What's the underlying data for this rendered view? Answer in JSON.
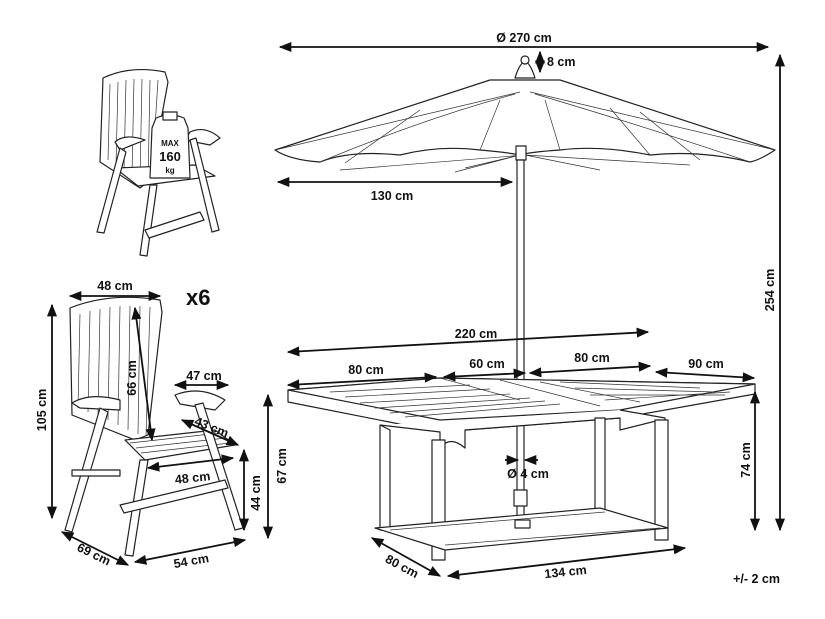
{
  "colors": {
    "line": "#222222",
    "background": "#ffffff",
    "text": "#111111"
  },
  "dimensions": {
    "umbrella_diameter": "Ø 270 cm",
    "umbrella_top": "8 cm",
    "umbrella_radius": "130 cm",
    "total_height": "254 cm",
    "table_length_extended": "220 cm",
    "table_leaf_left": "80 cm",
    "table_leaf_middle": "60 cm",
    "table_leaf_right": "80 cm",
    "table_width": "90 cm",
    "table_height": "74 cm",
    "table_hole": "Ø 4 cm",
    "table_depth": "80 cm",
    "table_frame_length": "134 cm",
    "chair_back_width": "48 cm",
    "chair_arm_width": "47 cm",
    "chair_back_height": "66 cm",
    "chair_seat_depth": "43 cm",
    "chair_seat_width": "48 cm",
    "chair_total_height": "105 cm",
    "chair_arm_height": "67 cm",
    "chair_seat_height": "44 cm",
    "chair_depth": "69 cm",
    "chair_width": "54 cm",
    "chair_count": "x6",
    "max_load_label": "MAX",
    "max_load_value": "160",
    "max_load_unit": "kg",
    "tolerance": "+/- 2 cm"
  }
}
